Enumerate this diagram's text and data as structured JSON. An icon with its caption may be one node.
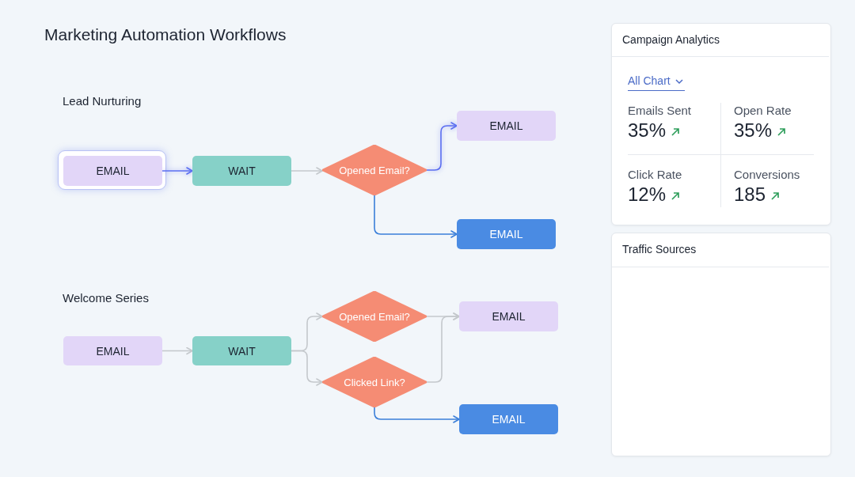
{
  "diagram": {
    "title": "Marketing Automation Workflows",
    "nodes": [
      {
        "text": [
          "EMAIL"
        ]
      },
      {
        "text": [
          "WAIT"
        ]
      },
      {
        "text": [
          "Opened Email?"
        ]
      },
      {
        "text": [
          "EMAIL"
        ]
      },
      {
        "text": [
          "EMAIL"
        ]
      },
      {
        "text": [
          "EMAIL"
        ]
      },
      {
        "text": [
          "WAIT"
        ]
      },
      {
        "text": [
          "Opened Email?"
        ]
      },
      {
        "text": [
          "Clicked Link?"
        ]
      },
      {
        "text": [
          "EMAIL"
        ]
      },
      {
        "text": [
          "EMAIL"
        ]
      }
    ],
    "edges": [
      {
        "from": 0,
        "to": 1,
        "arrow": "to",
        "color": "#5b6ef0"
      },
      {
        "from": 1,
        "to": 2,
        "arrow": "to"
      },
      {
        "from": 2,
        "to": 3,
        "arrow": "to",
        "color": "#5b6ef0"
      },
      {
        "from": 2,
        "to": 4,
        "arrow": "to",
        "color": "#3b7fd9"
      },
      {
        "from": 5,
        "to": 6,
        "arrow": "to"
      },
      {
        "from": 6,
        "to": 7,
        "arrow": "to"
      },
      {
        "from": 6,
        "to": 8,
        "arrow": "to"
      },
      {
        "from": 7,
        "to": 9,
        "arrow": "to"
      },
      {
        "from": 8,
        "to": 9,
        "arrow": "to"
      },
      {
        "from": 8,
        "to": 10,
        "arrow": "to",
        "color": "#3b7fd9"
      }
    ],
    "labels": [
      "Lead Nurturing",
      "Welcome Series",
      "Campaign Analytics",
      "All Chart",
      "Emails Sent",
      "35%",
      "Open Rate",
      "35%",
      "Click Rate",
      "12%",
      "Conversions",
      "185",
      "Traffic Sources"
    ]
  }
}
